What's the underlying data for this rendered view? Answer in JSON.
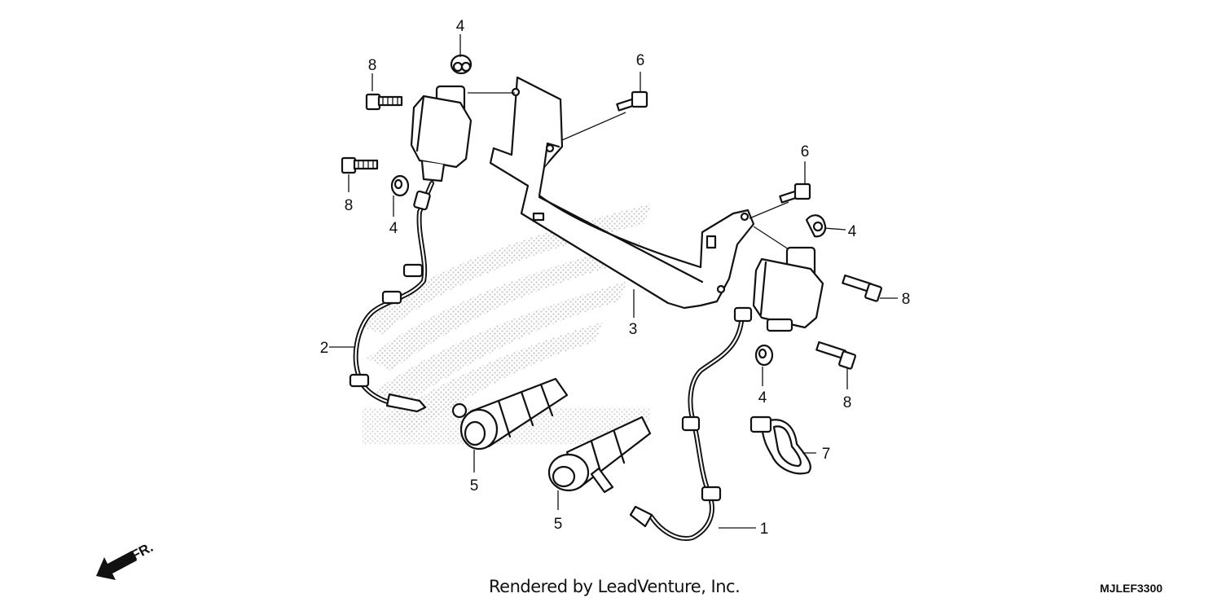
{
  "diagram": {
    "callouts": [
      "1",
      "2",
      "3",
      "4",
      "4",
      "4",
      "4",
      "5",
      "5",
      "6",
      "6",
      "7",
      "8",
      "8",
      "8",
      "8"
    ],
    "direction_label": "FR.",
    "credit": "Rendered by LeadVenture, Inc.",
    "diagram_code": "MJLEF3300"
  }
}
